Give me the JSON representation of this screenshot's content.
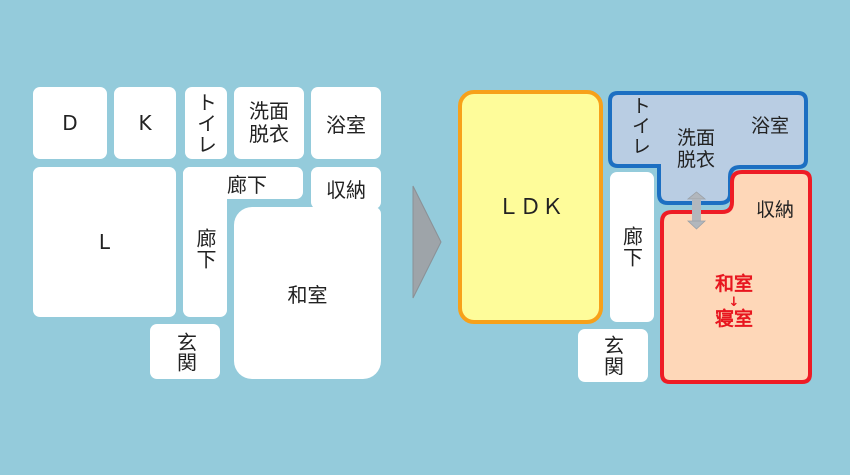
{
  "before": {
    "dining": "D",
    "kitchen": "K",
    "toilet": "トイレ",
    "washroom_line1": "洗面",
    "washroom_line2": "脱衣",
    "bathroom": "浴室",
    "living": "L",
    "corridor_top": "廊下",
    "corridor_side": "廊下",
    "storage": "収納",
    "japanese_room": "和室",
    "entrance": "玄関"
  },
  "after": {
    "ldk": "ＬＤＫ",
    "toilet": "トイレ",
    "washroom_line1": "洗面",
    "washroom_line2": "脱衣",
    "bathroom": "浴室",
    "storage": "収納",
    "corridor": "廊下",
    "japanese_room": "和室",
    "change_arrow": "↓",
    "bedroom": "寝室",
    "entrance": "玄関"
  },
  "colors": {
    "background": "#94cbdb",
    "ldk_fill": "#fefc9a",
    "ldk_border": "#f7a11a",
    "water_fill": "#b9cde3",
    "water_border": "#1c6fc2",
    "bedroom_fill": "#fed7b8",
    "bedroom_border": "#ee1c25",
    "bedroom_text": "#e8161f",
    "arrow_fill": "#b2b7bd"
  }
}
